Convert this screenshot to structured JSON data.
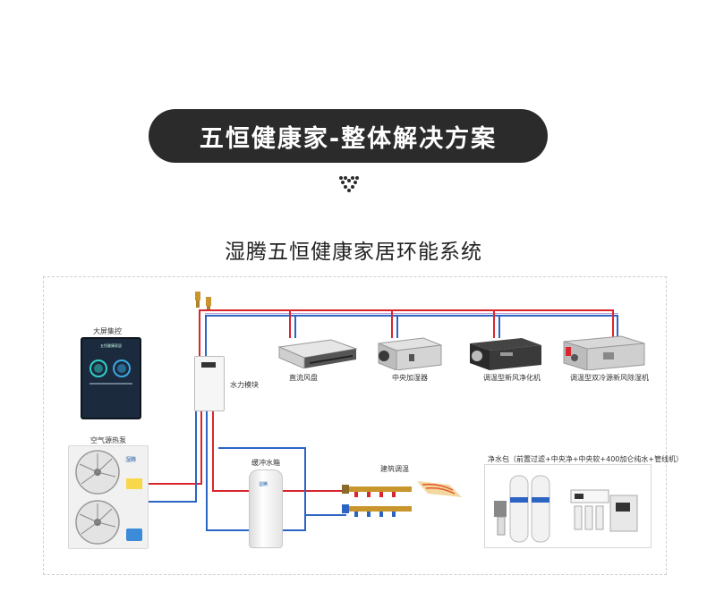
{
  "banner": {
    "title": "五恒健康家-整体解决方案"
  },
  "subtitle": "湿腾五恒健康家居环能系统",
  "labels": {
    "big_screen": "大屏集控",
    "heat_pump": "空气源热泵",
    "hydro_module": "水力模块",
    "buffer_tank": "缓冲水箱",
    "floor_heating": "建筑调温",
    "dc_fan_coil": "直流风盘",
    "central_humidifier": "中央加湿器",
    "fresh_air_purifier": "调温型新风净化机",
    "dual_cold_dehumidifier": "调温型双冷源新风除湿机",
    "water_package": "净水包（前置过滤+中央净+中央软+400加仑纯水+管线机）"
  },
  "screen": {
    "heading": "五恒健康家居"
  },
  "brand": {
    "logo_text": "湿腾"
  },
  "colors": {
    "supply": "#d9262c",
    "return": "#2c64c4",
    "banner_bg": "#2b2b2b"
  }
}
